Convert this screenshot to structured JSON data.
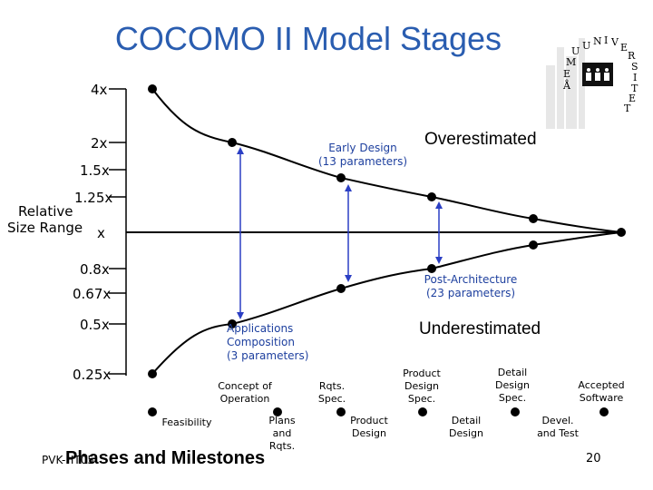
{
  "title": "COCOMO II Model Stages",
  "y_axis": {
    "label_line1": "Relative",
    "label_line2": "Size Range",
    "ticks": [
      "4x",
      "2x",
      "1.5x",
      "1.25x",
      "x",
      "0.8x",
      "0.67x",
      "0.5x",
      "0.25x"
    ]
  },
  "regions": {
    "over": "Overestimated",
    "under": "Underestimated"
  },
  "models": {
    "early_design_1": "Early Design",
    "early_design_2": "(13 parameters)",
    "post_arch_1": "Post-Architecture",
    "post_arch_2": "(23 parameters)",
    "app_comp_1": "Applications",
    "app_comp_2": "Composition",
    "app_comp_3": "(3 parameters)"
  },
  "milestones_upper": [
    {
      "l1": "Concept of",
      "l2": "Operation"
    },
    {
      "l1": "Rqts.",
      "l2": "Spec."
    },
    {
      "l1": "Product",
      "l2": "Design",
      "l3": "Spec."
    },
    {
      "l1": "Detail",
      "l2": "Design",
      "l3": "Spec."
    },
    {
      "l1": "Accepted",
      "l2": "Software"
    }
  ],
  "phases_lower": [
    {
      "l1": "Feasibility"
    },
    {
      "l1": "Plans",
      "l2": "and",
      "l3": "Rqts."
    },
    {
      "l1": "Product",
      "l2": "Design"
    },
    {
      "l1": "Detail",
      "l2": "Design"
    },
    {
      "l1": "Devel.",
      "l2": "and Test"
    }
  ],
  "footer": {
    "left": "PVK-HT05",
    "center": "Phases and Milestones",
    "page": "20"
  },
  "logo_text": "UNIVERSITET UMEÅ",
  "colors": {
    "title": "#2a5db0",
    "arrows": "#2b3fc4"
  }
}
